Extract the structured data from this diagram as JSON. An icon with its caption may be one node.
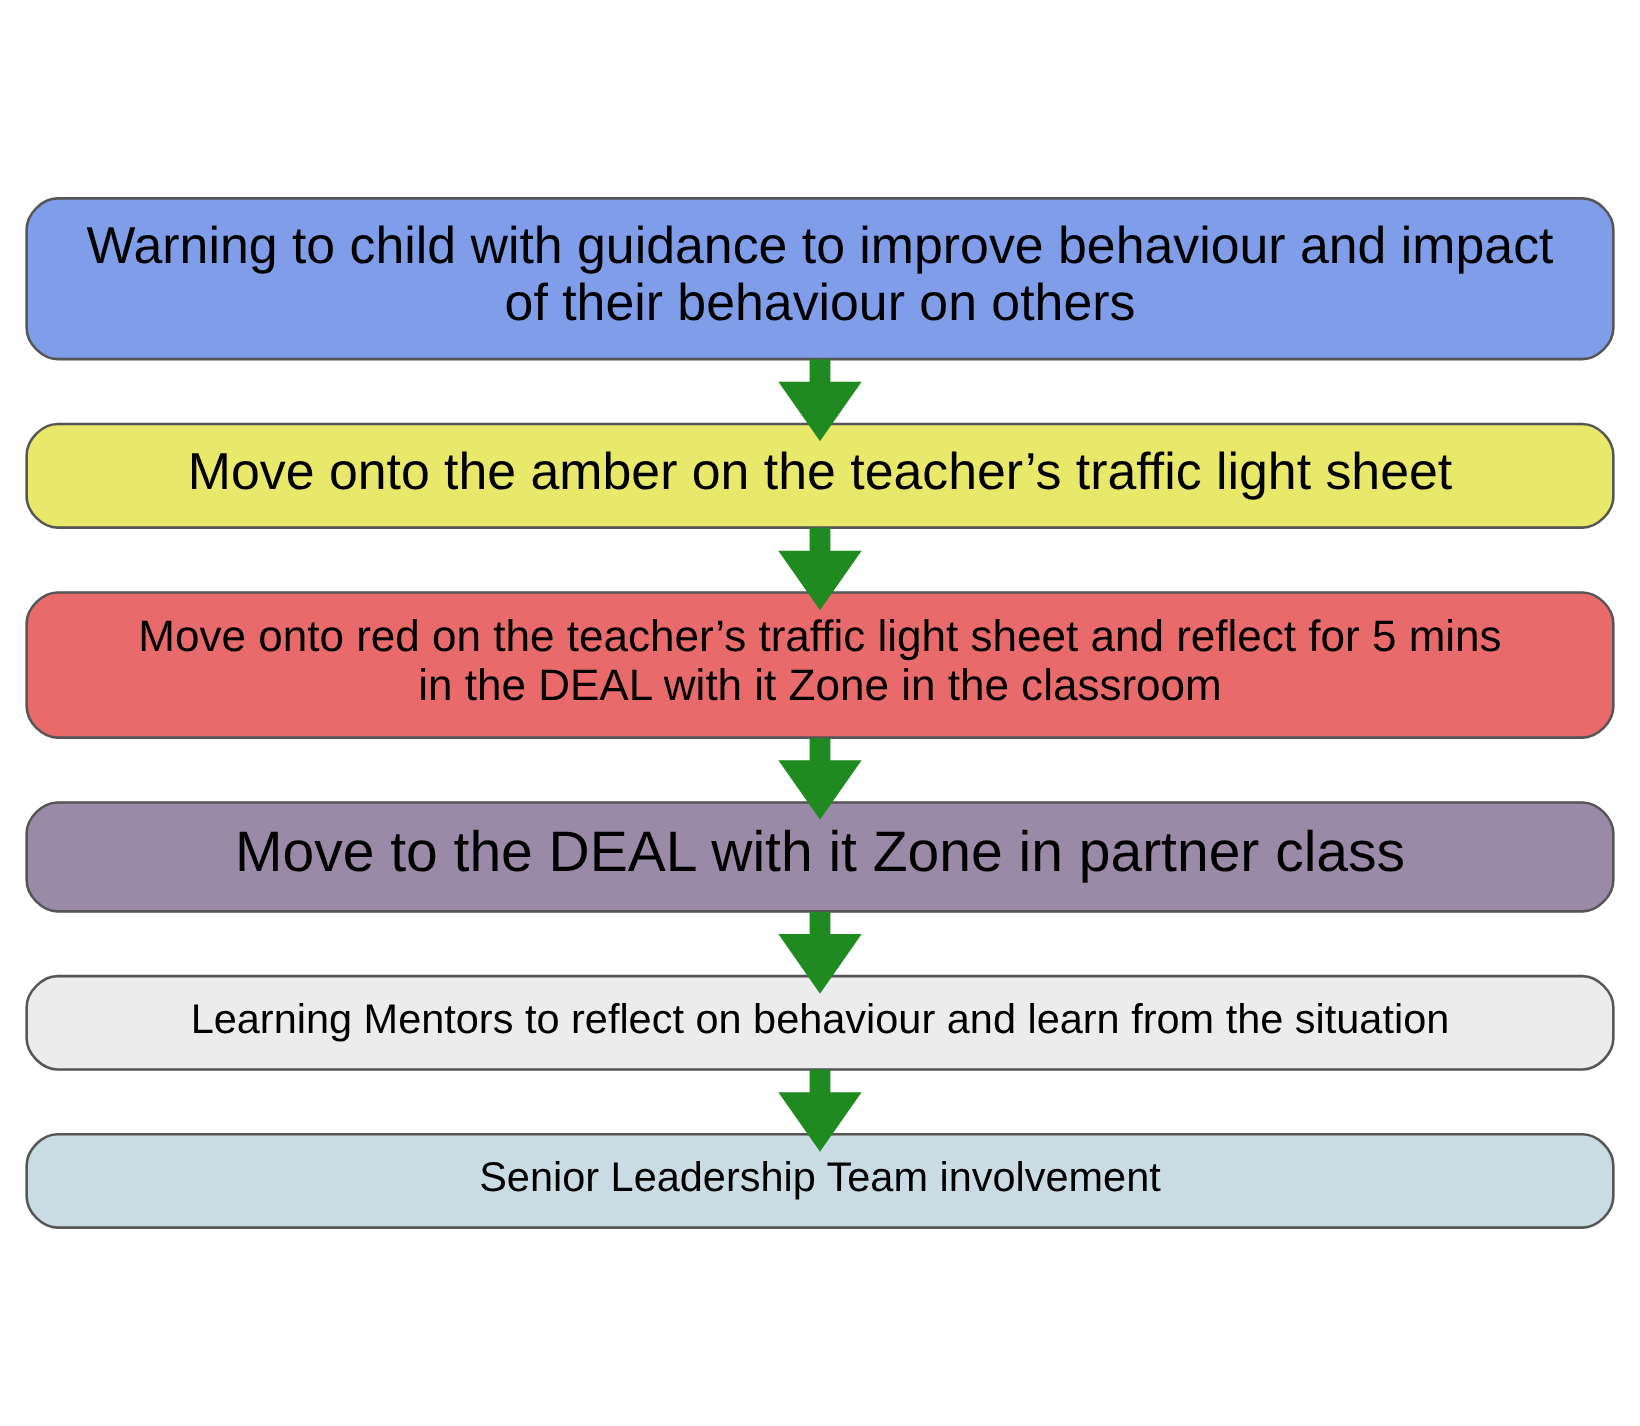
{
  "diagram": {
    "nodes": [
      {
        "text": [
          "Warning to child with guidance to improve behaviour and impact of their behaviour on others"
        ]
      },
      {
        "text": [
          "Move onto the amber on the teacher’s traffic light sheet"
        ]
      },
      {
        "text": [
          "Move onto red on the teacher’s traffic light sheet and reflect for 5 mins in the DEAL with it Zone in the classroom"
        ]
      },
      {
        "text": [
          "Move to the DEAL with it Zone in partner class"
        ]
      },
      {
        "text": [
          "Learning Mentors to reflect on behaviour and learn from the situation"
        ]
      },
      {
        "text": [
          "Senior Leadership Team involvement"
        ]
      }
    ],
    "edges": [
      {
        "from": 0,
        "to": 1,
        "arrow": "to"
      },
      {
        "from": 1,
        "to": 2,
        "arrow": "to"
      },
      {
        "from": 2,
        "to": 3,
        "arrow": "to"
      },
      {
        "from": 3,
        "to": 4,
        "arrow": "to"
      },
      {
        "from": 4,
        "to": 5,
        "arrow": "to"
      }
    ]
  }
}
